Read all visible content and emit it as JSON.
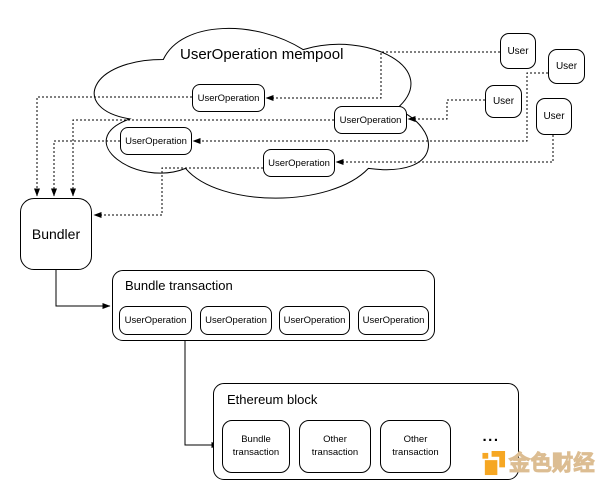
{
  "diagram": {
    "mempool": {
      "title": "UserOperation mempool",
      "nodes": [
        "UserOperation",
        "UserOperation",
        "UserOperation",
        "UserOperation"
      ]
    },
    "users": [
      "User",
      "User",
      "User",
      "User"
    ],
    "bundler_label": "Bundler",
    "bundle_transaction": {
      "title": "Bundle transaction",
      "items": [
        "UserOperation",
        "UserOperation",
        "UserOperation",
        "UserOperation"
      ]
    },
    "ethereum_block": {
      "title": "Ethereum block",
      "items": [
        "Bundle transaction",
        "Other transaction",
        "Other transaction"
      ],
      "ellipsis": "..."
    }
  },
  "watermark": {
    "text": "金色财经",
    "accent_color": "#F6A723",
    "text_fill": "#F6EFE1",
    "text_outline": "#DCBD92"
  },
  "colors": {
    "stroke": "#000000",
    "background": "#FFFFFF"
  }
}
